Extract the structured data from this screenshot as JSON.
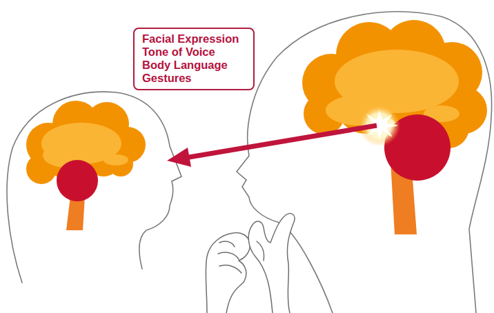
{
  "diagram": {
    "nodes": [
      {
        "text": [
          "Facial Expression",
          "Tone of Voice",
          "Body Language",
          "Gestures"
        ]
      }
    ]
  }
}
